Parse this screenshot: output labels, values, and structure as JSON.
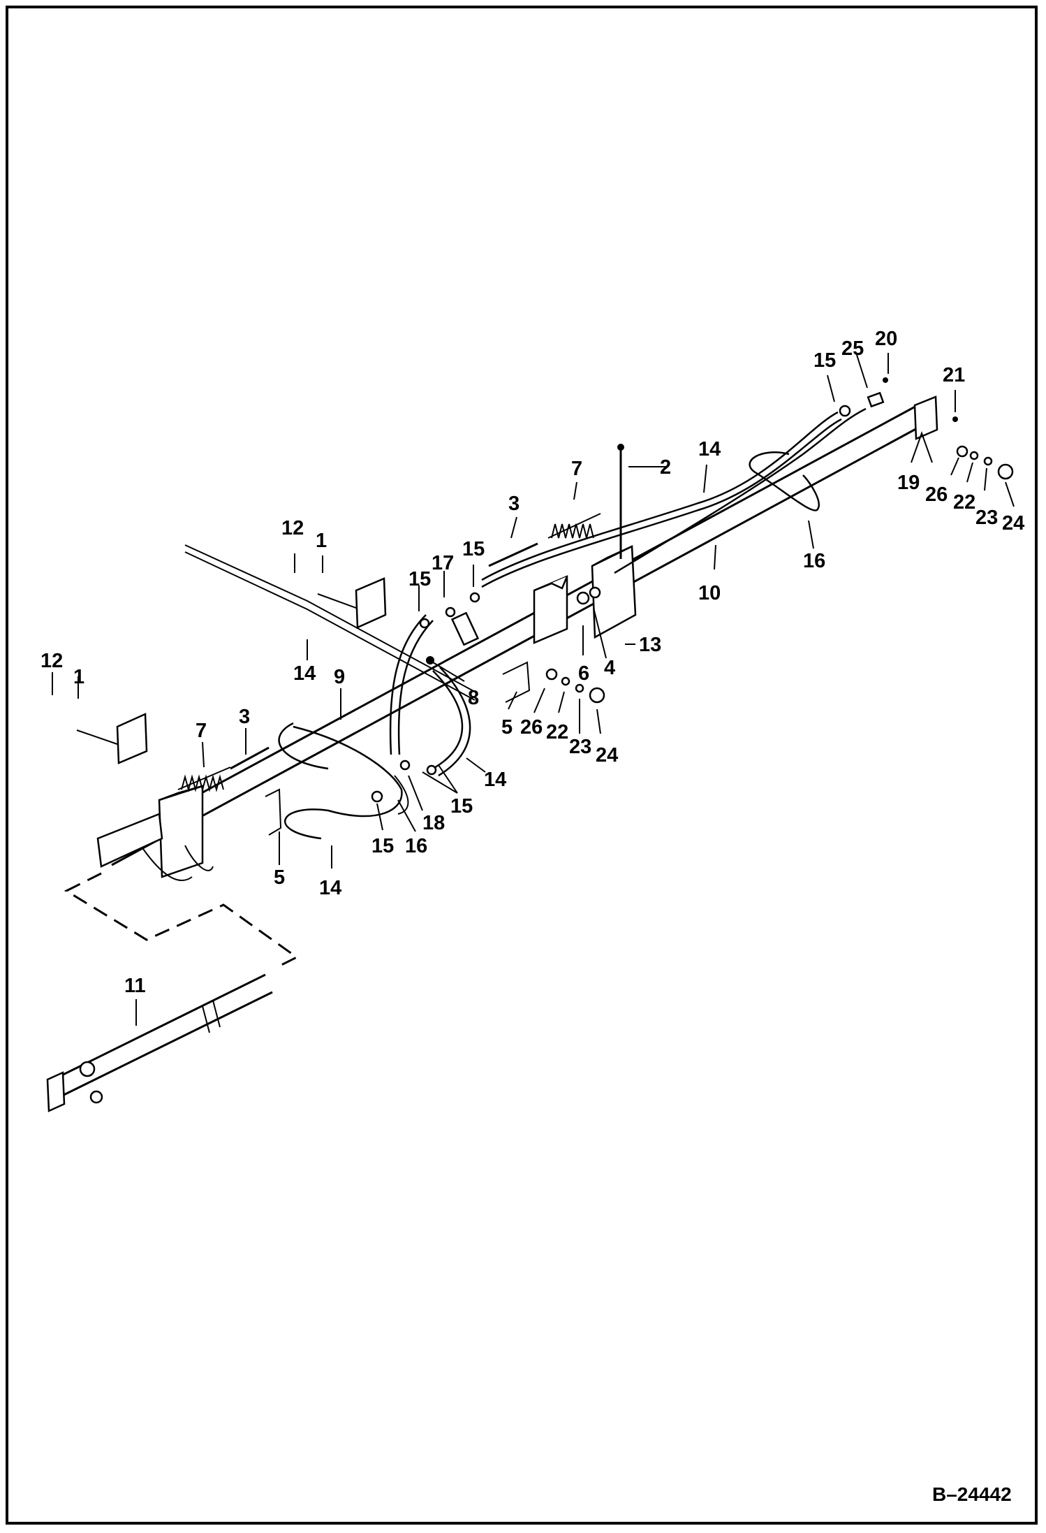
{
  "diagram": {
    "reference_number": "B–24442",
    "callouts": [
      {
        "id": "c-2",
        "text": "2"
      },
      {
        "id": "c-3a",
        "text": "3"
      },
      {
        "id": "c-7a",
        "text": "7"
      },
      {
        "id": "c-14a",
        "text": "14"
      },
      {
        "id": "c-15a",
        "text": "15"
      },
      {
        "id": "c-25",
        "text": "25"
      },
      {
        "id": "c-20",
        "text": "20"
      },
      {
        "id": "c-21",
        "text": "21"
      },
      {
        "id": "c-19",
        "text": "19"
      },
      {
        "id": "c-26a",
        "text": "26"
      },
      {
        "id": "c-22a",
        "text": "22"
      },
      {
        "id": "c-23a",
        "text": "23"
      },
      {
        "id": "c-24a",
        "text": "24"
      },
      {
        "id": "c-16a",
        "text": "16"
      },
      {
        "id": "c-10",
        "text": "10"
      },
      {
        "id": "c-12a",
        "text": "12"
      },
      {
        "id": "c-1a",
        "text": "1"
      },
      {
        "id": "c-15b",
        "text": "15"
      },
      {
        "id": "c-17",
        "text": "17"
      },
      {
        "id": "c-15c",
        "text": "15"
      },
      {
        "id": "c-13",
        "text": "13"
      },
      {
        "id": "c-6",
        "text": "6"
      },
      {
        "id": "c-4",
        "text": "4"
      },
      {
        "id": "c-14b",
        "text": "14"
      },
      {
        "id": "c-8",
        "text": "8"
      },
      {
        "id": "c-5a",
        "text": "5"
      },
      {
        "id": "c-26b",
        "text": "26"
      },
      {
        "id": "c-22b",
        "text": "22"
      },
      {
        "id": "c-23b",
        "text": "23"
      },
      {
        "id": "c-24b",
        "text": "24"
      },
      {
        "id": "c-9",
        "text": "9"
      },
      {
        "id": "c-12b",
        "text": "12"
      },
      {
        "id": "c-1b",
        "text": "1"
      },
      {
        "id": "c-7b",
        "text": "7"
      },
      {
        "id": "c-3b",
        "text": "3"
      },
      {
        "id": "c-14c",
        "text": "14"
      },
      {
        "id": "c-15d",
        "text": "15"
      },
      {
        "id": "c-18",
        "text": "18"
      },
      {
        "id": "c-15e",
        "text": "15"
      },
      {
        "id": "c-16b",
        "text": "16"
      },
      {
        "id": "c-5b",
        "text": "5"
      },
      {
        "id": "c-14d",
        "text": "14"
      },
      {
        "id": "c-11",
        "text": "11"
      }
    ]
  }
}
